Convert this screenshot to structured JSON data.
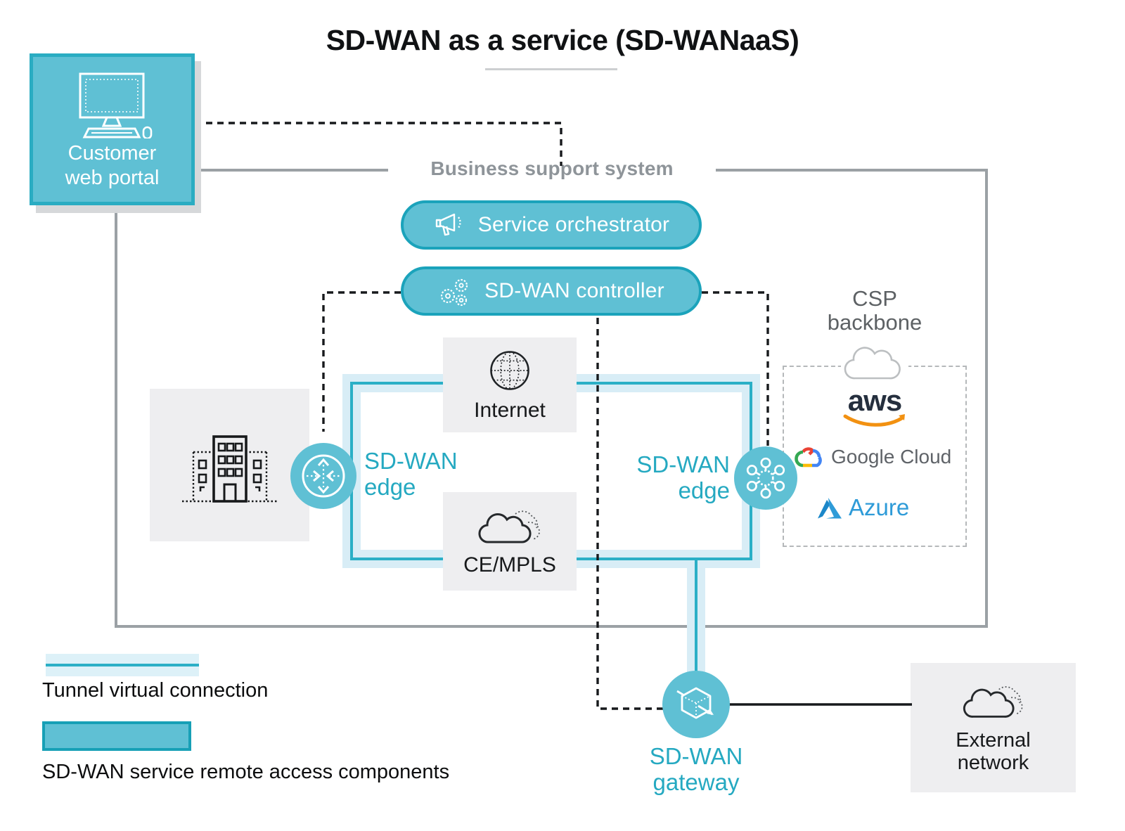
{
  "title": "SD-WAN as a service (SD-WANaaS)",
  "portal": {
    "label": "Customer web portal"
  },
  "bss": {
    "label": "Business support system"
  },
  "orchestrator": {
    "label": "Service orchestrator"
  },
  "controller": {
    "label": "SD-WAN controller"
  },
  "internet": {
    "label": "Internet"
  },
  "ce_mpls": {
    "label": "CE/MPLS"
  },
  "edge_left": {
    "label": "SD-WAN edge"
  },
  "edge_right": {
    "label": "SD-WAN edge"
  },
  "gateway": {
    "label": "SD-WAN gateway"
  },
  "csp": {
    "label": "CSP backbone",
    "providers": [
      {
        "name": "aws"
      },
      {
        "name": "Google Cloud"
      },
      {
        "name": "Azure"
      }
    ]
  },
  "external": {
    "label": "External network"
  },
  "legend": {
    "tunnel": "Tunnel virtual connection",
    "components": "SD-WAN service remote access components"
  },
  "colors": {
    "teal_fill": "#5fc0d4",
    "teal_border": "#1ba3bb",
    "teal_text": "#25a9c1",
    "tunnel_band": "#d8edf6",
    "tunnel_line": "#2bafc6",
    "box_gray": "#eeeef0",
    "frame_gray": "#9ba1a5",
    "dash_black": "#17191c",
    "aws_navy": "#252f3e",
    "aws_orange": "#f29111",
    "azure_blue": "#2e9bd8",
    "google_gray": "#5f6368"
  }
}
